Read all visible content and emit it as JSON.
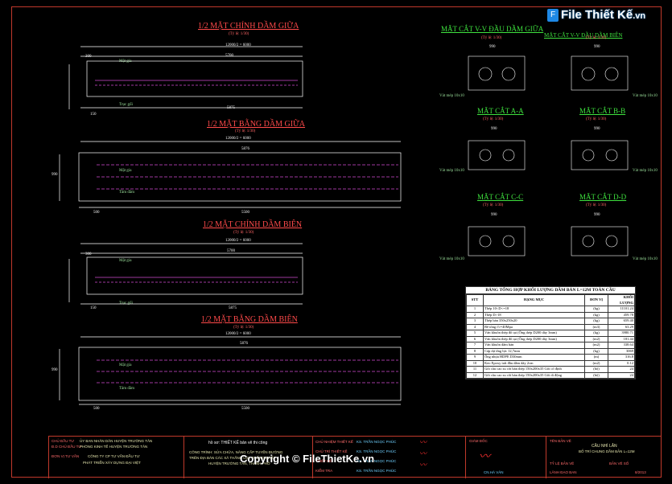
{
  "watermark": {
    "brand": "File Thiết Kế",
    "suffix": ".vn",
    "bottom": "Copyright © FileThietKe.vn"
  },
  "left_views": [
    {
      "title": "1/2 MẶT CHÍNH DẦM GIỮA",
      "scale": "(Tỷ lệ: 1/30)",
      "dim_top": "12000/2 = 6000",
      "dim_mid": "5700",
      "dim_bot": "5875",
      "dim_left": "300",
      "dim_right": "150",
      "labels": [
        "Mặt gia",
        "Trục gối"
      ]
    },
    {
      "title": "1/2 MẶT BẰNG DẦM GIỮA",
      "scale": "(Tỷ lệ: 1/30)",
      "dim_top": "12000/2 = 6000",
      "dim_mid": "5876",
      "dim_bot": "5500",
      "dim_left": "990",
      "dim_right": "500",
      "labels": [
        "Mặt gia",
        "Tâm dầm"
      ]
    },
    {
      "title": "1/2 MẶT CHÍNH DẦM BIÊN",
      "scale": "(Tỷ lệ: 1/30)",
      "dim_top": "12000/2 = 6000",
      "dim_mid": "5700",
      "dim_bot": "5875",
      "dim_left": "300",
      "dim_right": "150",
      "labels": [
        "Mặt gia",
        "Trục gối"
      ]
    },
    {
      "title": "1/2 MẶT BẰNG DẦM BIÊN",
      "scale": "(Tỷ lệ: 1/30)",
      "dim_top": "12000/2 = 6000",
      "dim_mid": "5876",
      "dim_bot": "5500",
      "dim_left": "990",
      "dim_right": "500",
      "labels": [
        "Mặt gia",
        "Tâm dầm"
      ]
    }
  ],
  "sections": [
    {
      "title": "MẶT CẮT V-V ĐẦU DẦM GIỮA",
      "scale": "(Tỷ lệ: 1/30)",
      "w": "990",
      "note": "Vát mép 10x10"
    },
    {
      "title": "MẶT CẮT V-V ĐẦU DẦM BIÊN",
      "scale": "(Tỷ lệ: 1/30)",
      "w": "990",
      "note": "Vát mép 10x10"
    },
    {
      "title": "MẶT CẮT A-A",
      "scale": "(Tỷ lệ: 1/30)",
      "w": "990",
      "note": "Vát mép 10x10"
    },
    {
      "title": "MẶT CẮT B-B",
      "scale": "(Tỷ lệ: 1/30)",
      "w": "990",
      "note": "Vát mép 10x10"
    },
    {
      "title": "MẶT CẮT C-C",
      "scale": "(Tỷ lệ: 1/30)",
      "w": "990",
      "note": "Vát mép 10x10"
    },
    {
      "title": "MẶT CẮT D-D",
      "scale": "(Tỷ lệ: 1/30)",
      "w": "990",
      "note": "Vát mép 10x10"
    }
  ],
  "table": {
    "caption": "BẢNG TỔNG HỢP KHỐI LƯỢNG DẦM BẢN L=12M TOÀN CẦU",
    "headers": [
      "STT",
      "HẠNG MỤC",
      "ĐƠN VỊ",
      "KHỐI LƯỢNG"
    ],
    "rows": [
      [
        "1",
        "Thép 10<D<=18",
        "(kg)",
        "11101.24"
      ],
      [
        "2",
        "Thép D>18",
        "(kg)",
        "459.78"
      ],
      [
        "3",
        "Thép bản 350x250x20",
        "(kg)",
        "659.40"
      ],
      [
        "4",
        "Bê tông f'c=40Mpa",
        "(m3)",
        "63.29"
      ],
      [
        "5",
        "Ván khuôn thép đổ tại (Ống thép D200 dày 3mm)",
        "(kg)",
        "3980.71"
      ],
      [
        "6",
        "Ván khuôn thép đổ tại (Ống thép D200 dày 3mm)",
        "(m2)",
        "181.44"
      ],
      [
        "7",
        "Ván khuôn dầm bản",
        "(m2)",
        "338.64"
      ],
      [
        "8",
        "Cáp dự ứng lực 12,7mm",
        "(kg)",
        "3069"
      ],
      [
        "9",
        "Ống nhựa HDPE D30mm",
        "(m)",
        "316.8"
      ],
      [
        "10",
        "Keo Epoxy trát đầu dầm dày 2cm",
        "(m2)",
        "0.12"
      ],
      [
        "11",
        "Gối cầu cao su cốt bản thép 150x200x35 Gối cố định",
        "(bộ)",
        "24"
      ],
      [
        "12",
        "Gối cầu cao su cốt bản thép 150x200x35 Gối di động",
        "(bộ)",
        "24"
      ]
    ]
  },
  "titleblock": {
    "owner_label": "CHỦ ĐẦU TƯ",
    "owner": "ỦY BAN NHÂN DÂN HUYỆN TRƯỜNG TÂN",
    "rep_label": "Đ.D CHỦ ĐẦU TƯ",
    "rep": "PHÒNG KINH TẾ HUYỆN TRƯỜNG TÂN",
    "consult_label": "ĐƠN VỊ TƯ VẤN",
    "consult1": "CÔNG TY CP TƯ VẤN ĐẦU TƯ",
    "consult2": "PHÁT TRIỂN XÂY DỰNG ĐẠI VIỆT",
    "project_head": "hồ sơ: THIẾT KẾ bản vẽ thi công",
    "project1": "CÔNG TRÌNH: SỬA CHỮA, NÂNG CẤP TUYẾN ĐƯỜNG",
    "project2": "TRÊN ĐỊA BÀN CÁC XÃ THẮNG LỢI, THỐNG NHẤT",
    "project3": "HUYỆN TRƯỜNG TÂN, THÀNH PHỐ",
    "roles": [
      "CHỦ NHIỆM THIẾT KẾ",
      "CHỦ TRÌ THIẾT KẾ",
      "THIẾT KẾ",
      "KIỂM TRA"
    ],
    "names": [
      "KS. TRẦN NGỌC PHÚC",
      "KS. TRẦN NGỌC PHÚC",
      "KS. TRẦN NGỌC PHÚC",
      "KS. TRẦN NGỌC PHÚC"
    ],
    "director_label": "GIÁM ĐỐC",
    "director": "CN.HÀ VĂN",
    "drawing_label": "TÊN BẢN VẼ",
    "drawing1": "CẦU NHÌ LẪN",
    "drawing2": "BỐ TRÍ CHUNG DẦM BẢN L=12M",
    "ratio_label": "TỶ LỆ BẢN VẼ",
    "sheet_label": "BẢN VẼ SỐ",
    "approved_label": "LÃNH ĐẠO BAN",
    "date": "8/2013"
  }
}
